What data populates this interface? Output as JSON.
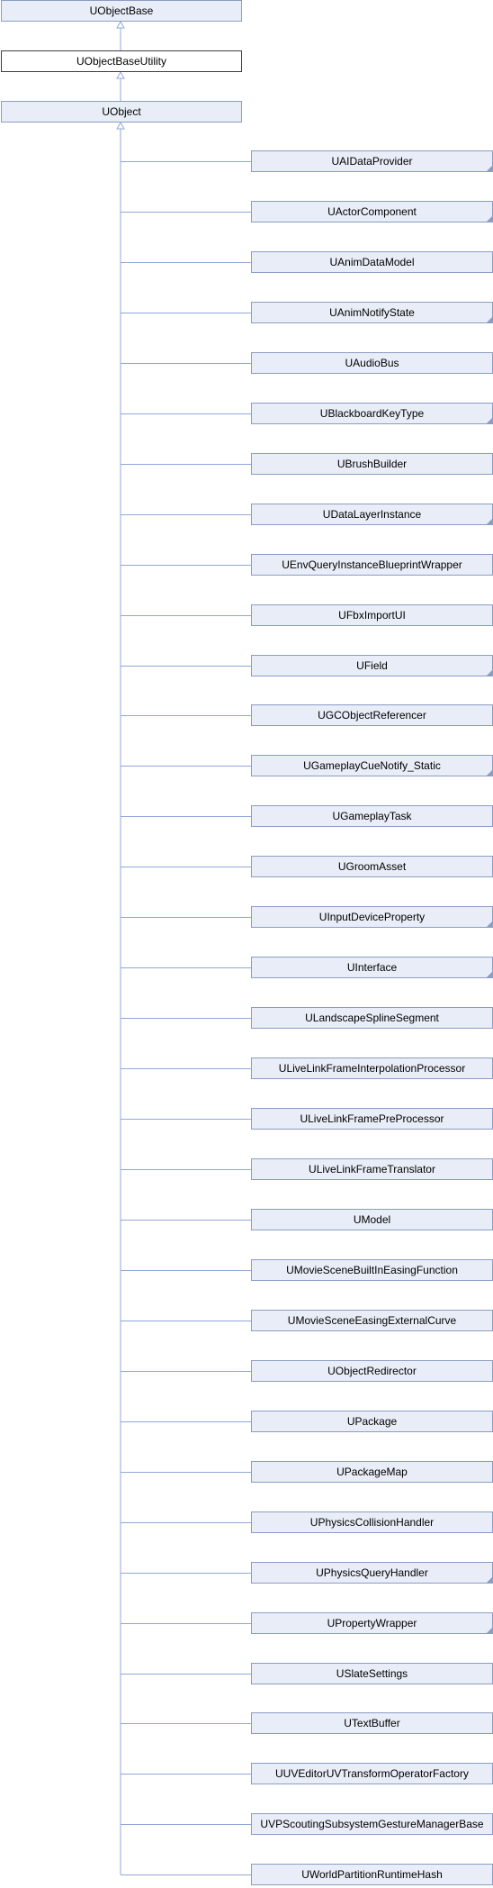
{
  "colors": {
    "node_fill": "#e8edf7",
    "node_border": "#8b9dc4",
    "current_fill": "#ffffff",
    "current_border": "#404040",
    "edge": "#8fa8d8"
  },
  "ancestors": [
    {
      "label": "UObjectBase"
    },
    {
      "label": "UObjectBaseUtility",
      "current": true
    },
    {
      "label": "UObject"
    }
  ],
  "children": [
    {
      "label": "UAIDataProvider",
      "has_more": true
    },
    {
      "label": "UActorComponent",
      "has_more": true
    },
    {
      "label": "UAnimDataModel",
      "has_more": false
    },
    {
      "label": "UAnimNotifyState",
      "has_more": true
    },
    {
      "label": "UAudioBus",
      "has_more": false
    },
    {
      "label": "UBlackboardKeyType",
      "has_more": true
    },
    {
      "label": "UBrushBuilder",
      "has_more": false
    },
    {
      "label": "UDataLayerInstance",
      "has_more": true
    },
    {
      "label": "UEnvQueryInstanceBlueprintWrapper",
      "has_more": false
    },
    {
      "label": "UFbxImportUI",
      "has_more": false
    },
    {
      "label": "UField",
      "has_more": true
    },
    {
      "label": "UGCObjectReferencer",
      "has_more": false
    },
    {
      "label": "UGameplayCueNotify_Static",
      "has_more": true
    },
    {
      "label": "UGameplayTask",
      "has_more": false
    },
    {
      "label": "UGroomAsset",
      "has_more": false
    },
    {
      "label": "UInputDeviceProperty",
      "has_more": true
    },
    {
      "label": "UInterface",
      "has_more": true
    },
    {
      "label": "ULandscapeSplineSegment",
      "has_more": false
    },
    {
      "label": "ULiveLinkFrameInterpolationProcessor",
      "has_more": false
    },
    {
      "label": "ULiveLinkFramePreProcessor",
      "has_more": false
    },
    {
      "label": "ULiveLinkFrameTranslator",
      "has_more": false
    },
    {
      "label": "UModel",
      "has_more": false
    },
    {
      "label": "UMovieSceneBuiltInEasingFunction",
      "has_more": false
    },
    {
      "label": "UMovieSceneEasingExternalCurve",
      "has_more": false
    },
    {
      "label": "UObjectRedirector",
      "has_more": false
    },
    {
      "label": "UPackage",
      "has_more": false
    },
    {
      "label": "UPackageMap",
      "has_more": false
    },
    {
      "label": "UPhysicsCollisionHandler",
      "has_more": false
    },
    {
      "label": "UPhysicsQueryHandler",
      "has_more": true
    },
    {
      "label": "UPropertyWrapper",
      "has_more": true
    },
    {
      "label": "USlateSettings",
      "has_more": false
    },
    {
      "label": "UTextBuffer",
      "has_more": false
    },
    {
      "label": "UUVEditorUVTransformOperatorFactory",
      "has_more": false
    },
    {
      "label": "UVPScoutingSubsystemGestureManagerBase",
      "has_more": false
    },
    {
      "label": "UWorldPartitionRuntimeHash",
      "has_more": false
    }
  ]
}
